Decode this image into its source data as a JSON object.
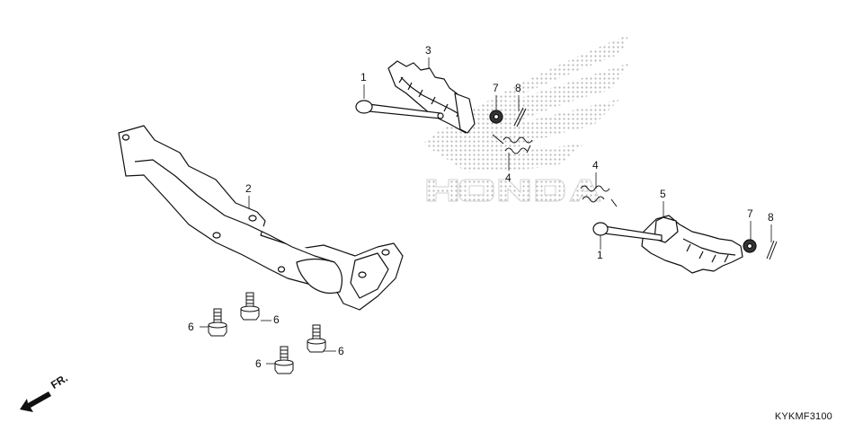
{
  "watermark": {
    "brand": "HONDA"
  },
  "labels": {
    "l1a": "1",
    "l3": "3",
    "l7a": "7",
    "l8a": "8",
    "l4a": "4",
    "l2": "2",
    "l4b": "4",
    "l5": "5",
    "l7b": "7",
    "l8b": "8",
    "l1b": "1",
    "l6a": "6",
    "l6b": "6",
    "l6c": "6",
    "l6d": "6"
  },
  "direction": {
    "text": "FR."
  },
  "diagram_code": "KYKMF3100"
}
